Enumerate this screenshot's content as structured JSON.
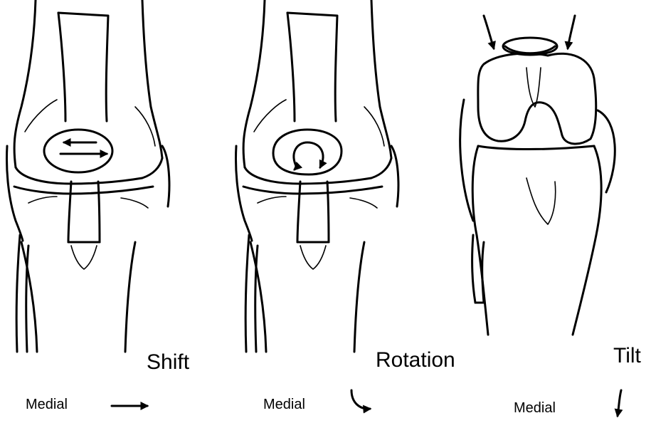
{
  "panels": [
    {
      "id": "shift",
      "title": "Shift",
      "direction_label": "Medial",
      "arrow_icon": "right-arrow-icon"
    },
    {
      "id": "rotation",
      "title": "Rotation",
      "direction_label": "Medial",
      "arrow_icon": "curved-arrow-icon"
    },
    {
      "id": "tilt",
      "title": "Tilt",
      "direction_label": "Medial",
      "arrow_icon": "down-arrow-icon"
    }
  ]
}
